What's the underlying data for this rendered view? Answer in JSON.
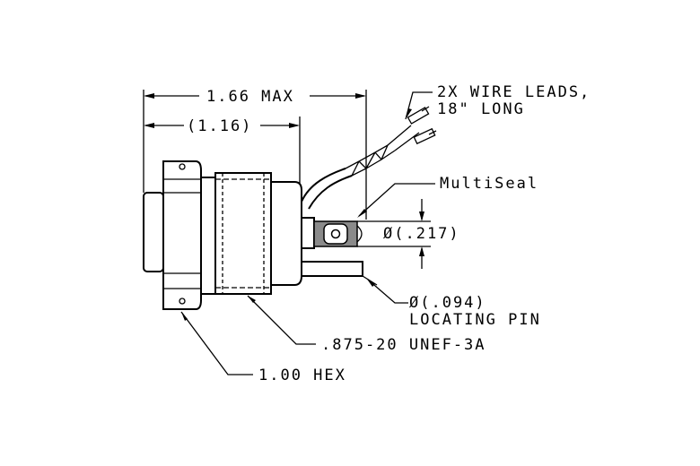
{
  "dimensions": {
    "overall_length": "1.66 MAX",
    "body_length": "(1.16)",
    "seal_diameter": "Ø(.217)",
    "pin_diameter": "Ø(.094)",
    "pin_label": "LOCATING PIN",
    "thread": ".875-20 UNEF-3A",
    "hex": "1.00 HEX"
  },
  "callouts": {
    "wire_leads_line1": "2X WIRE LEADS,",
    "wire_leads_line2": "18\" LONG",
    "multiseal": "MultiSeal"
  }
}
